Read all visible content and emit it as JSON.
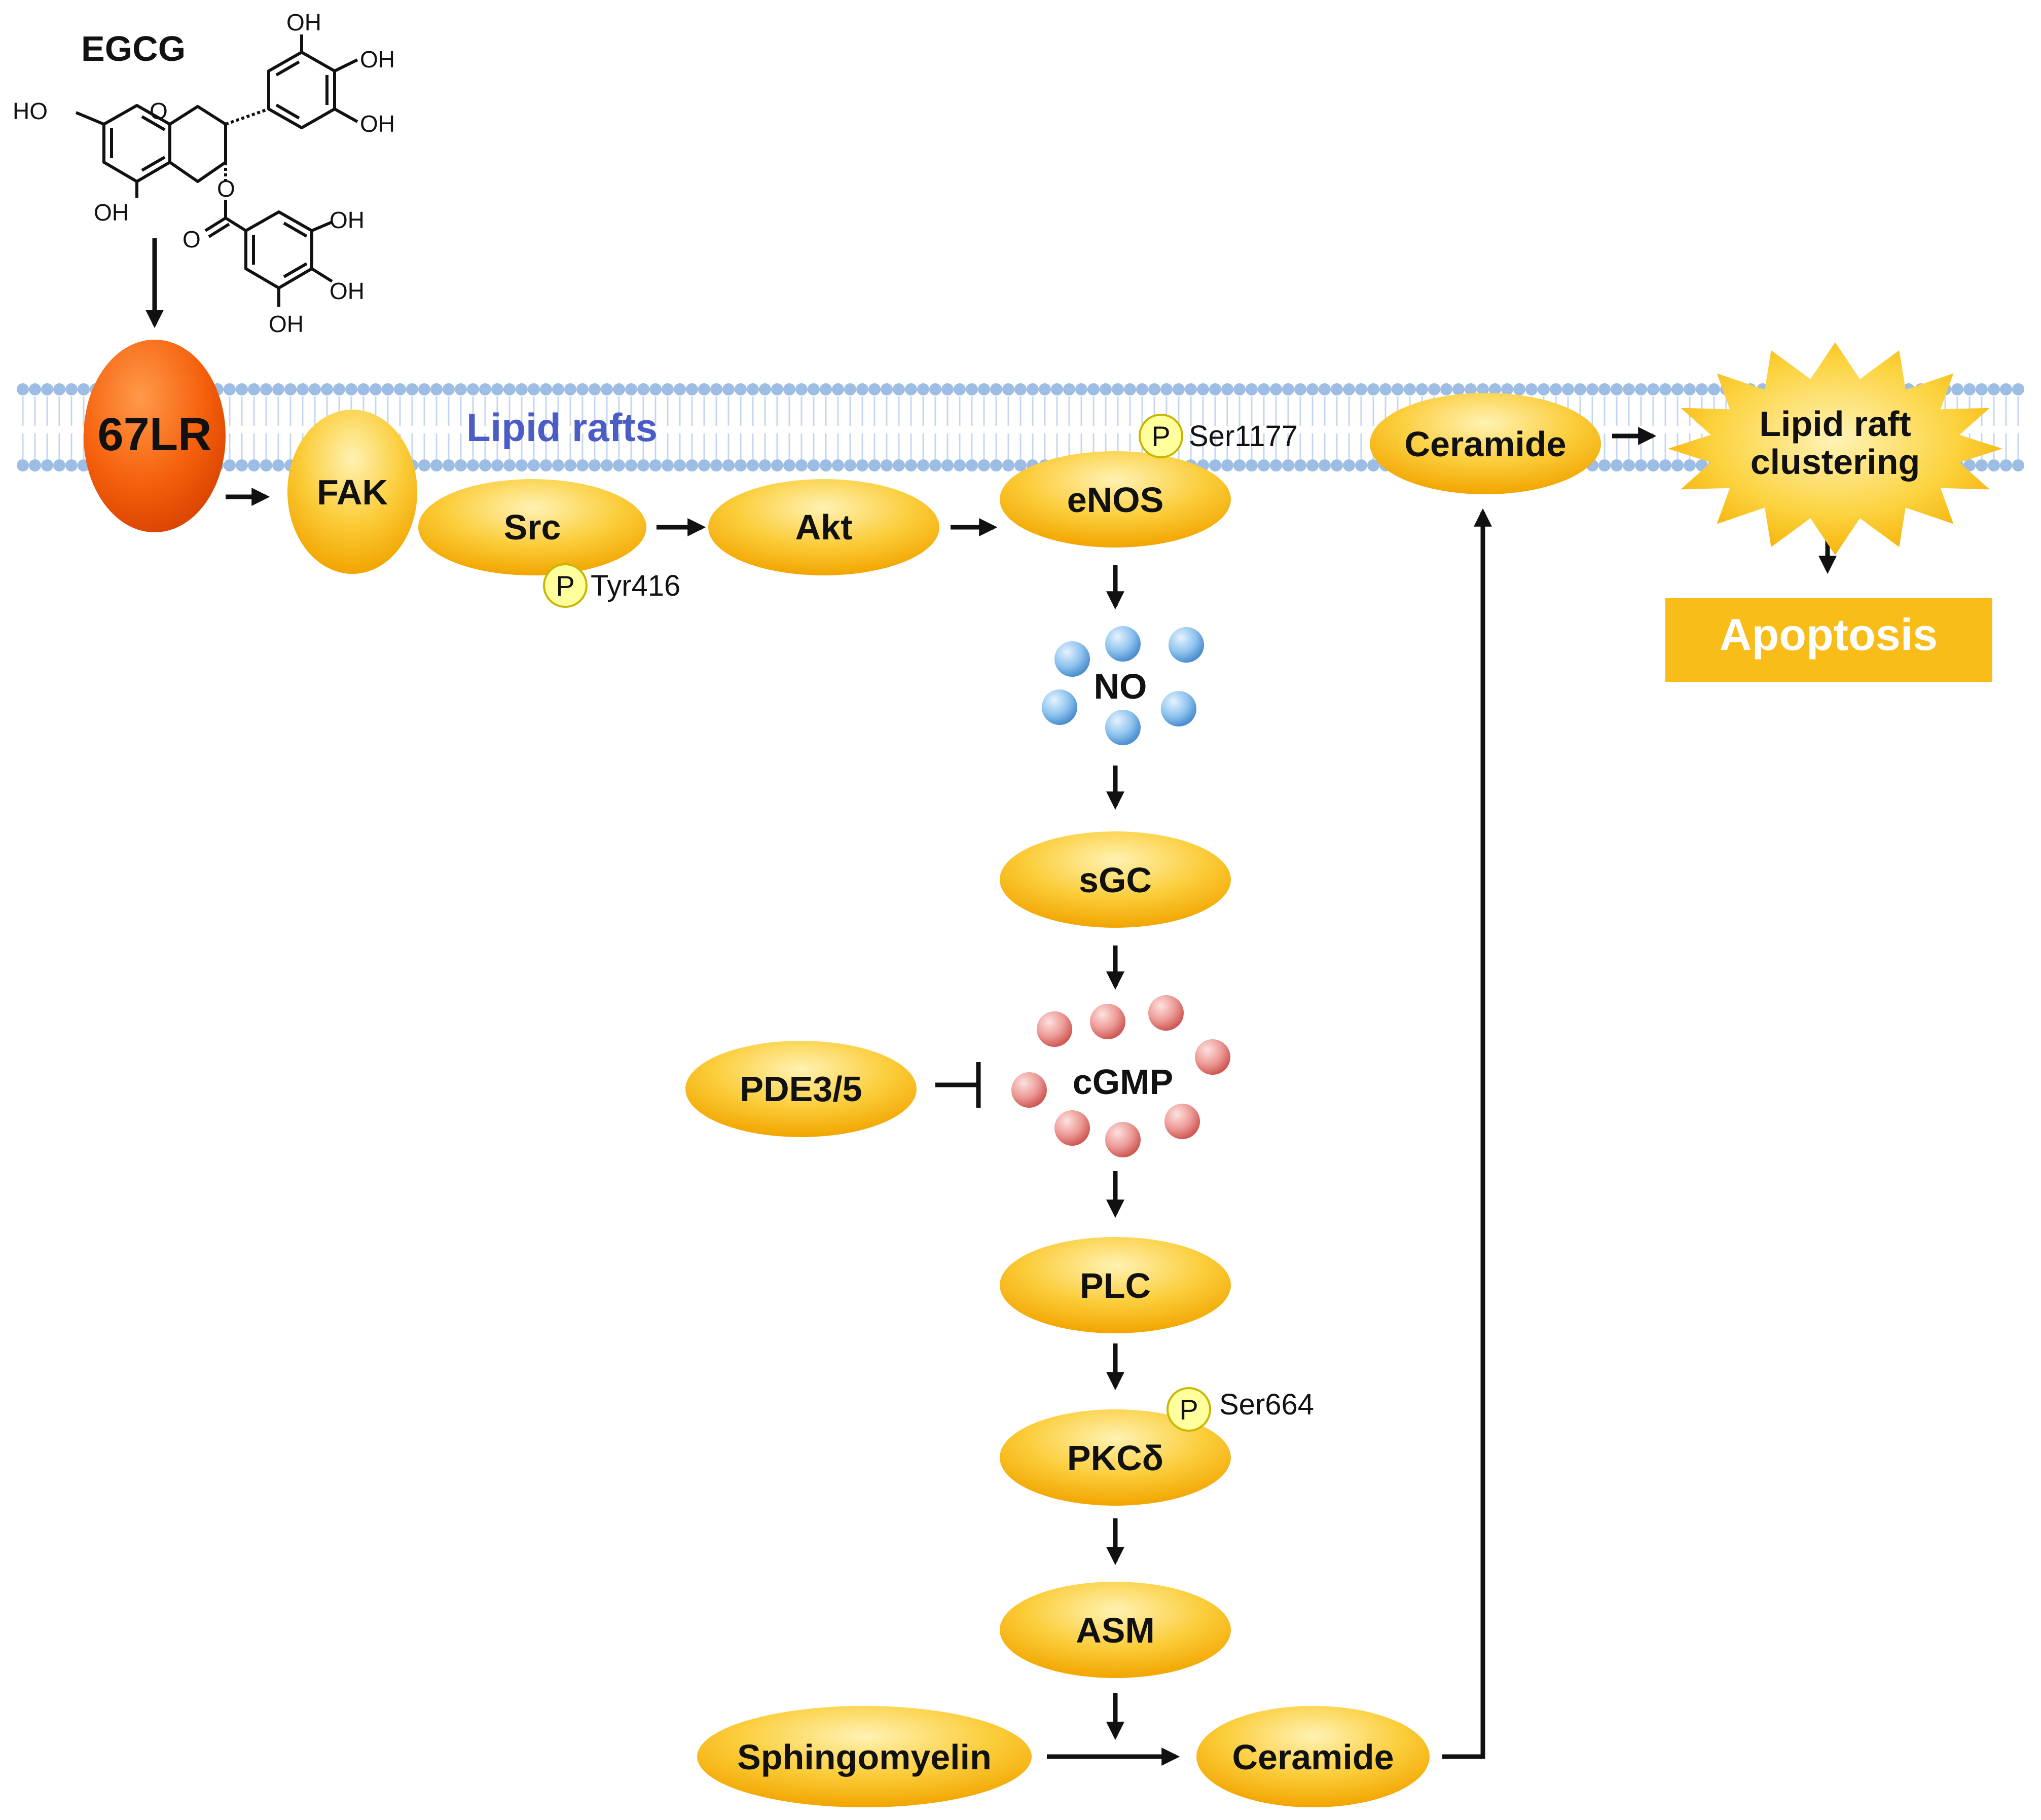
{
  "egcg": {
    "label": "EGCG",
    "groups": {
      "oh_top": "OH",
      "oh_b1": "OH",
      "oh_b2": "OH",
      "ho_left": "HO",
      "oh_bottom": "OH",
      "ring_o": "O",
      "ester_o": "O",
      "carbonyl_o": "O",
      "oh_g1": "OH",
      "oh_g2": "OH",
      "oh_g3": "OH"
    }
  },
  "membrane": {
    "label": "Lipid rafts"
  },
  "receptor": {
    "label": "67LR"
  },
  "nodes": {
    "fak": "FAK",
    "src": "Src",
    "akt": "Akt",
    "enos": "eNOS",
    "no": "NO",
    "sgc": "sGC",
    "cgmp": "cGMP",
    "pde": "PDE3/5",
    "plc": "PLC",
    "pkcd": "PKCδ",
    "asm": "ASM",
    "sphingomyelin": "Sphingomyelin",
    "ceramide_bottom": "Ceramide",
    "ceramide_top": "Ceramide",
    "clustering_line1": "Lipid raft",
    "clustering_line2": "clustering",
    "apoptosis": "Apoptosis"
  },
  "phospho": {
    "symbol": "P",
    "src_site": "Tyr416",
    "enos_site": "Ser1177",
    "pkc_site": "Ser664"
  },
  "colors": {
    "node_yellow": "#f7b81b",
    "node_yellow_light": "#ffe699",
    "receptor_orange": "#f25a08",
    "membrane_blue": "#9dbde4",
    "lipid_label_blue": "#4b5cc4",
    "no_sphere": "#7fb8e6",
    "cgmp_sphere": "#e88a86",
    "apoptosis_box": "#f9bd19",
    "p_badge": "#ffff9e"
  }
}
